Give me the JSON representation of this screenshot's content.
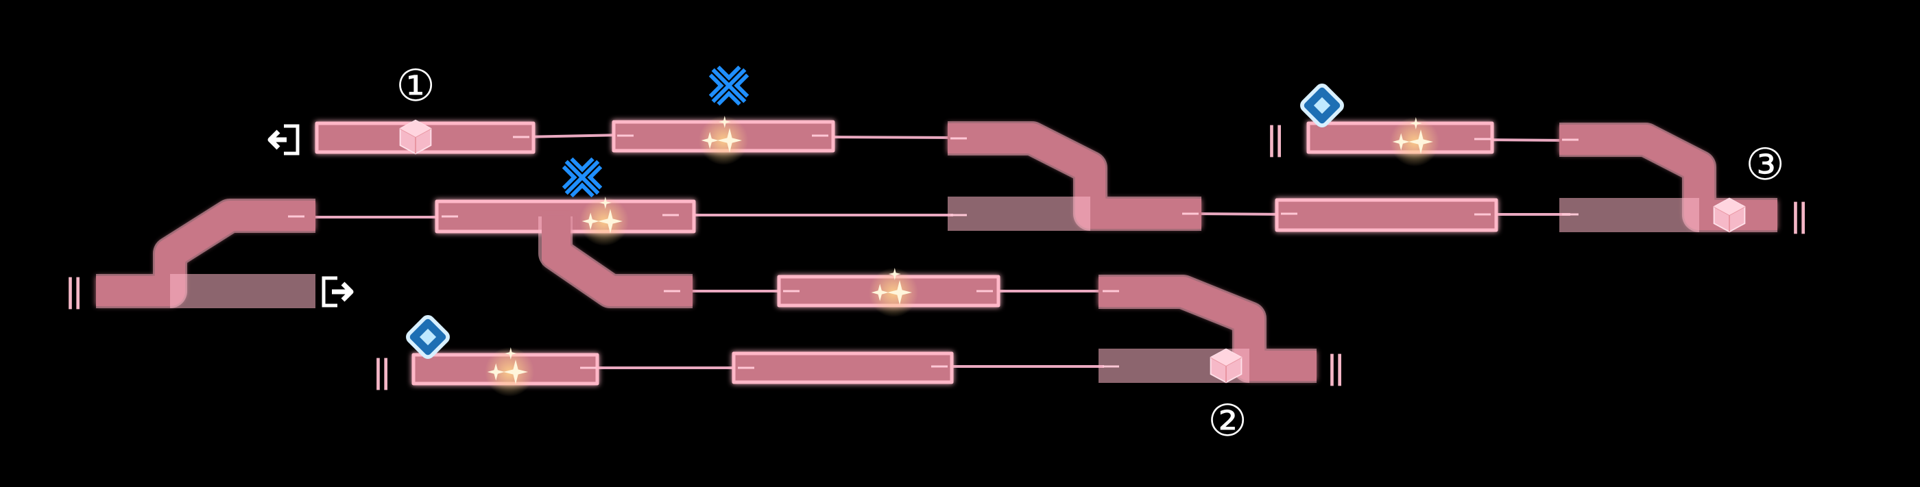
{
  "map_title": "",
  "markers": {
    "checkpoint_1": "①",
    "checkpoint_2": "②",
    "checkpoint_3": "③"
  },
  "icons": {
    "entrance": "door-enter-icon",
    "exit": "door-exit-icon",
    "crate": "cube-crate-icon",
    "sparkle": "sparkle-icon",
    "diamond": "diamond-switch-icon",
    "snowflake": "ice-snowflake-icon",
    "gate": "double-bar-gate-icon"
  },
  "colors": {
    "track": "#c87787",
    "track_edge": "#ffb8c8",
    "link": "#e9a9c0",
    "snowflake": "#1f8fff",
    "diamond": "#4fb6ff",
    "sparkle": "#fff6dc",
    "background": "#000000"
  }
}
